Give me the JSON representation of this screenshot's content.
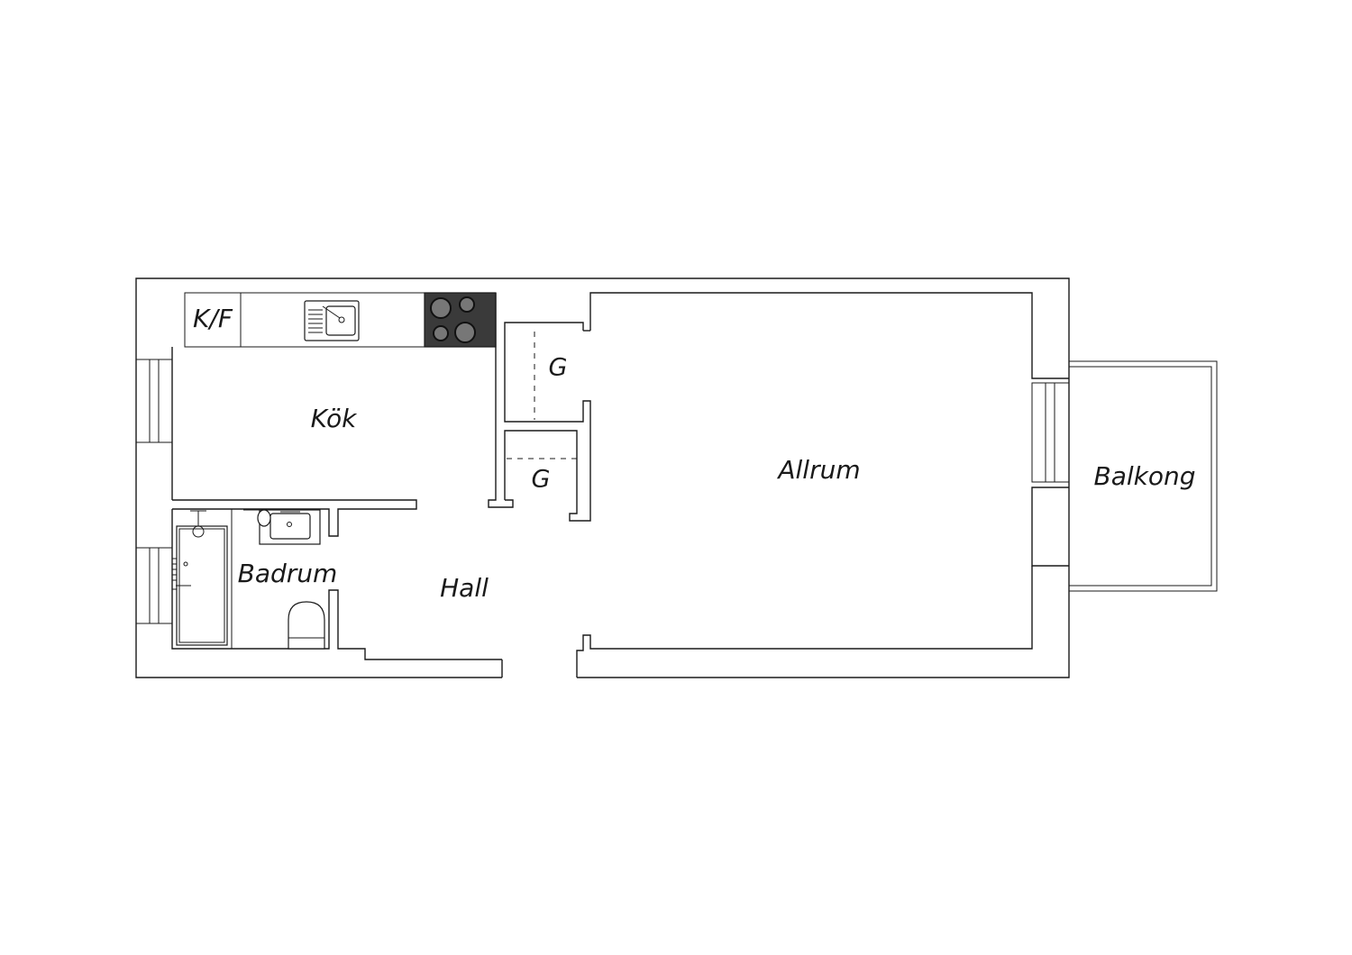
{
  "rooms": {
    "kitchen": "Kök",
    "fridge_freezer": "K/F",
    "closet_upper": "G",
    "closet_lower": "G",
    "living_room": "Allrum",
    "balcony": "Balkong",
    "bathroom": "Badrum",
    "hall": "Hall"
  },
  "icons": {
    "sink": "kitchen-sink-icon",
    "stove": "stove-icon",
    "shower": "shower-icon",
    "washbasin": "washbasin-icon",
    "toilet": "toilet-icon",
    "radiator": "radiator-icon",
    "window": "window-icon"
  },
  "colors": {
    "line": "#1a1a1a",
    "stove": "#3a3a3a",
    "background": "#ffffff"
  }
}
